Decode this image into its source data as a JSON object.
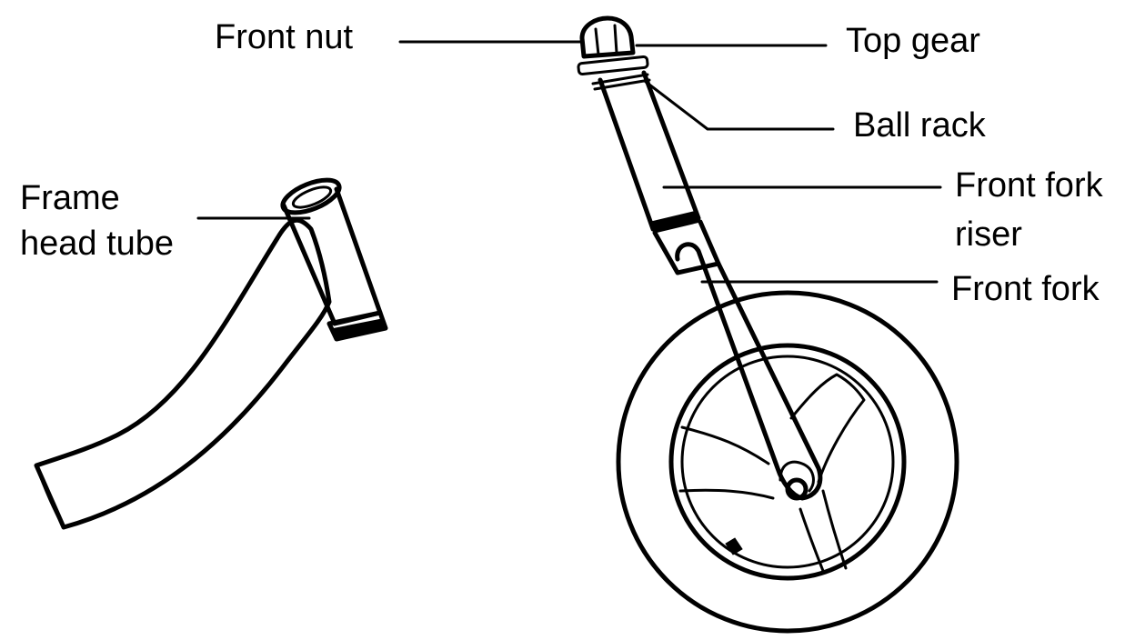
{
  "labels": {
    "front_nut": "Front nut",
    "top_gear": "Top gear",
    "ball_rack": "Ball rack",
    "frame_head_tube_line1": "Frame",
    "frame_head_tube_line2": "head tube",
    "front_fork_riser_line1": "Front fork",
    "front_fork_riser_line2": "riser",
    "front_fork": "Front fork"
  },
  "colors": {
    "ink": "#000000",
    "background": "#ffffff"
  }
}
